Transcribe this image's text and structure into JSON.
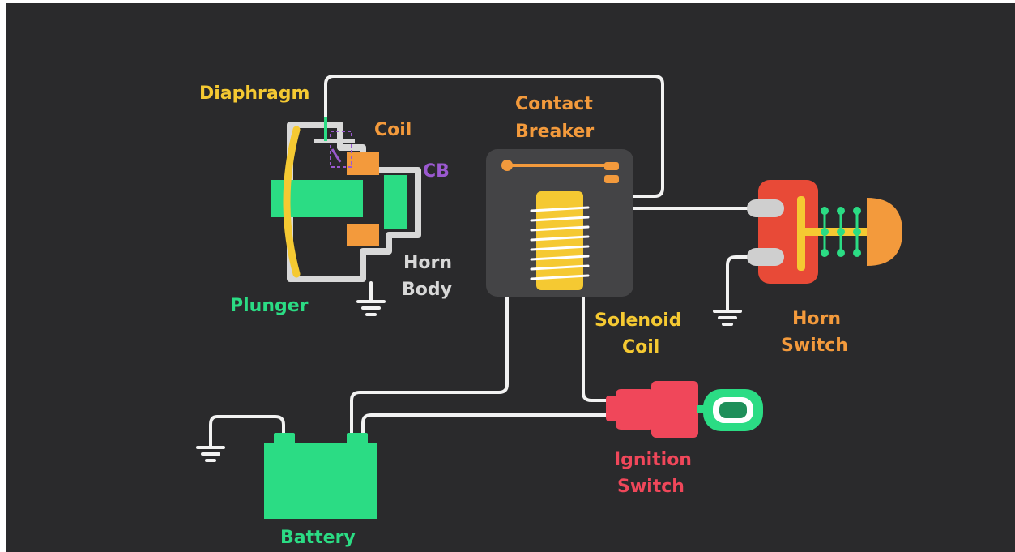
{
  "labels": {
    "diaphragm": "Diaphragm",
    "coil": "Coil",
    "cb": "CB",
    "horn_body_1": "Horn",
    "horn_body_2": "Body",
    "plunger": "Plunger",
    "contact_breaker_1": "Contact",
    "contact_breaker_2": "Breaker",
    "solenoid_coil_1": "Solenoid",
    "solenoid_coil_2": "Coil",
    "horn_switch_1": "Horn",
    "horn_switch_2": "Switch",
    "ignition_switch_1": "Ignition",
    "ignition_switch_2": "Switch",
    "battery": "Battery"
  },
  "colors": {
    "background": "#2a2a2c",
    "wire": "#f2f2f2",
    "diaphragm": "#f5c932",
    "coil": "#f39a3c",
    "cb": "#9b59d0",
    "plunger": "#2bdc84",
    "contact_breaker": "#f39a3c",
    "solenoid": "#f5c932",
    "horn_switch": "#e84a37",
    "ignition": "#f0475a",
    "battery": "#2bdc84",
    "horn_body": "#d8d8d8"
  }
}
